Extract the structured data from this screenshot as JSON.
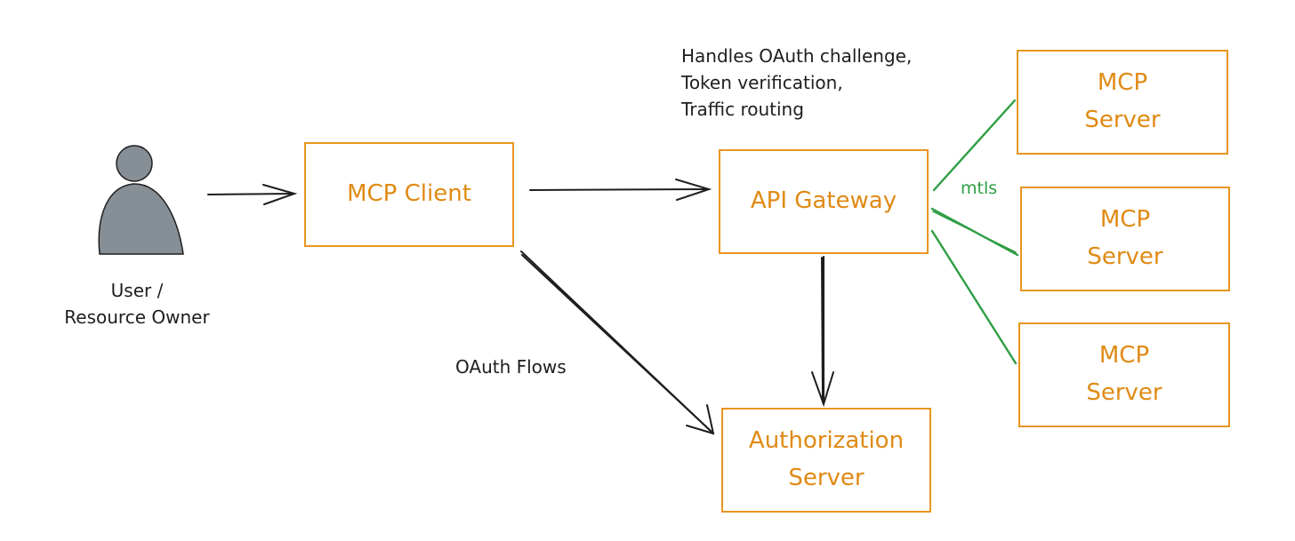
{
  "nodes": {
    "user": {
      "label_line1": "User /",
      "label_line2": "Resource Owner"
    },
    "mcp_client": {
      "label": "MCP Client"
    },
    "api_gateway": {
      "label": "API Gateway"
    },
    "authorization_server": {
      "label_line1": "Authorization",
      "label_line2": "Server"
    },
    "mcp_servers": [
      {
        "line1": "MCP",
        "line2": "Server"
      },
      {
        "line1": "MCP",
        "line2": "Server"
      },
      {
        "line1": "MCP",
        "line2": "Server"
      }
    ]
  },
  "annotations": {
    "gateway_note": [
      "Handles OAuth challenge,",
      "Token verification,",
      "Traffic routing"
    ],
    "oauth_flows": "OAuth Flows",
    "mtls": "mtls"
  },
  "colors": {
    "box_stroke": "#e8961f",
    "box_text": "#e08a14",
    "arrow": "#1e1e1e",
    "mtls_line": "#2f9e44",
    "person_fill": "#868e96",
    "person_stroke": "#1e1e1e"
  }
}
